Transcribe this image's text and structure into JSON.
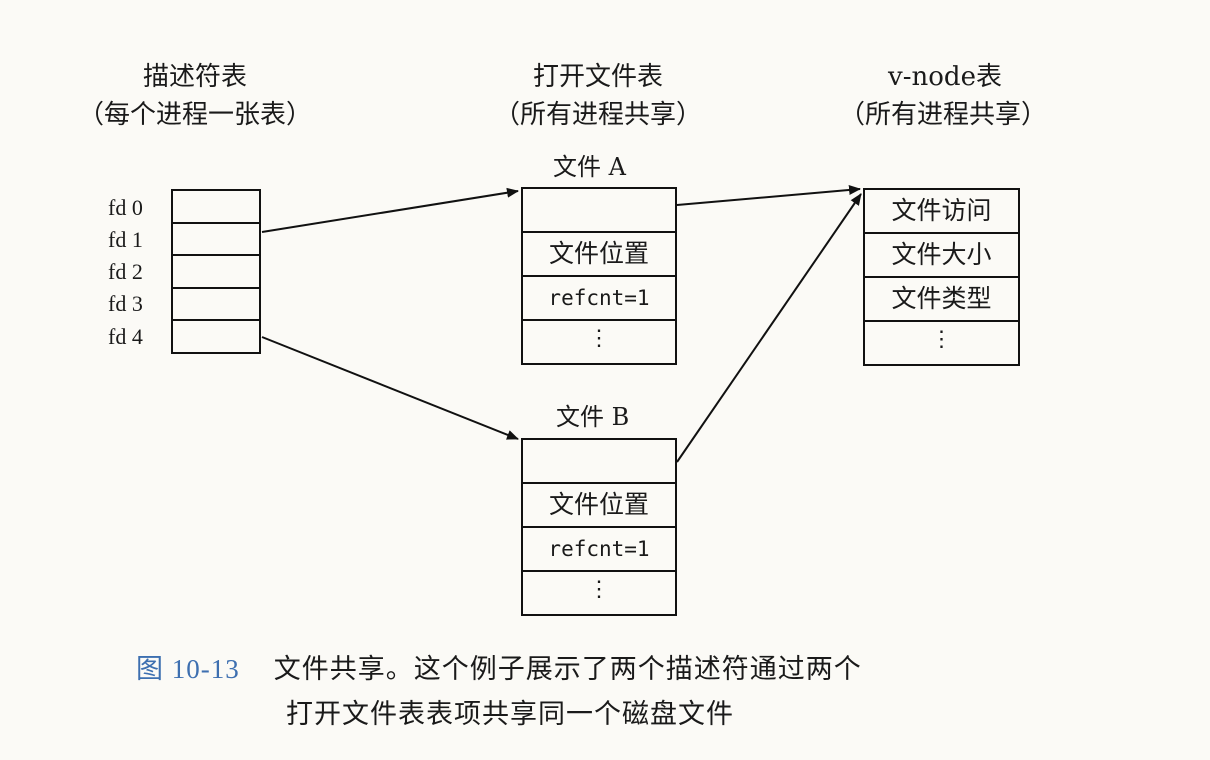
{
  "columns": {
    "descriptor": {
      "title": "描述符表",
      "subtitle": "（每个进程一张表）"
    },
    "open_file": {
      "title": "打开文件表",
      "subtitle": "（所有进程共享）"
    },
    "vnode": {
      "title": "v-node表",
      "subtitle": "（所有进程共享）"
    }
  },
  "descriptors": [
    "fd 0",
    "fd 1",
    "fd 2",
    "fd 3",
    "fd 4"
  ],
  "file_a": {
    "label": "文件 A",
    "rows": [
      "",
      "文件位置",
      "refcnt=1",
      "⋮"
    ]
  },
  "file_b": {
    "label": "文件 B",
    "rows": [
      "",
      "文件位置",
      "refcnt=1",
      "⋮"
    ]
  },
  "vnode_table": {
    "rows": [
      "文件访问",
      "文件大小",
      "文件类型",
      "⋮"
    ]
  },
  "caption": {
    "figure_number": "图 10-13",
    "line1": "文件共享。这个例子展示了两个描述符通过两个",
    "line2": "打开文件表表项共享同一个磁盘文件"
  },
  "colors": {
    "ink": "#111111",
    "figure_number": "#3d6fb0",
    "background": "#fbfaf6"
  }
}
